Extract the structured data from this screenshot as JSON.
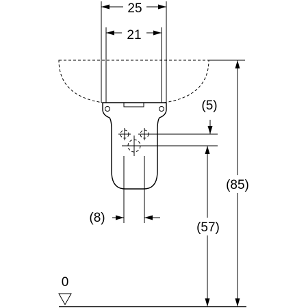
{
  "dimensions": {
    "top_outer": "25",
    "top_inner": "21",
    "offset_small": "(5)",
    "total_height": "(85)",
    "pedestal_width": "(8)",
    "lower_height": "(57)",
    "floor_level": "0"
  }
}
